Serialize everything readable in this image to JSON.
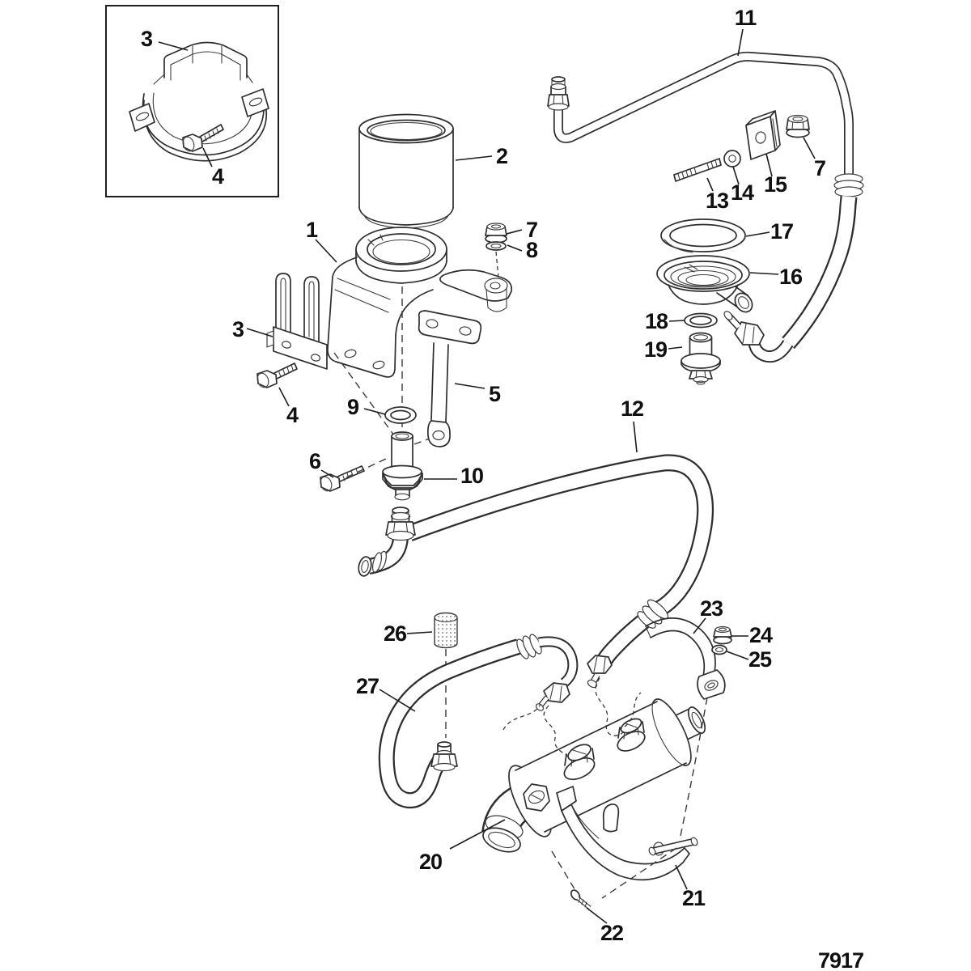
{
  "figure": {
    "number": "7917"
  },
  "diagram": {
    "background_color": "#ffffff",
    "line_color": "#2e2e2e",
    "callouts": [
      {
        "id": "clamp-inset",
        "label": "3"
      },
      {
        "id": "clamp-bolt-inset",
        "label": "4"
      },
      {
        "id": "filter-canister",
        "label": "2"
      },
      {
        "id": "filter-bracket",
        "label": "1"
      },
      {
        "id": "flange-nut-bracket",
        "label": "7"
      },
      {
        "id": "washer-bracket",
        "label": "8"
      },
      {
        "id": "fuel-tube",
        "label": "11"
      },
      {
        "id": "stud",
        "label": "13"
      },
      {
        "id": "stud-washer",
        "label": "14"
      },
      {
        "id": "retainer-clip",
        "label": "15"
      },
      {
        "id": "flange-nut-clip",
        "label": "7"
      },
      {
        "id": "seal-ring",
        "label": "17"
      },
      {
        "id": "separator-bowl",
        "label": "16"
      },
      {
        "id": "small-seal",
        "label": "18"
      },
      {
        "id": "drain-fitting",
        "label": "19"
      },
      {
        "id": "retainer-plate",
        "label": "3"
      },
      {
        "id": "plate-bolt",
        "label": "4"
      },
      {
        "id": "support-arm",
        "label": "5"
      },
      {
        "id": "o-ring",
        "label": "9"
      },
      {
        "id": "arm-bolt",
        "label": "6"
      },
      {
        "id": "inlet-fitting",
        "label": "10"
      },
      {
        "id": "fuel-hose",
        "label": "12"
      },
      {
        "id": "plug-fitting",
        "label": "26"
      },
      {
        "id": "cooler-hose",
        "label": "27"
      },
      {
        "id": "cooler-clamp",
        "label": "23"
      },
      {
        "id": "clamp-nut",
        "label": "24"
      },
      {
        "id": "clamp-washer",
        "label": "25"
      },
      {
        "id": "fuel-cooler",
        "label": "20"
      },
      {
        "id": "cooler-bracket",
        "label": "21"
      },
      {
        "id": "bracket-screw",
        "label": "22"
      }
    ]
  }
}
